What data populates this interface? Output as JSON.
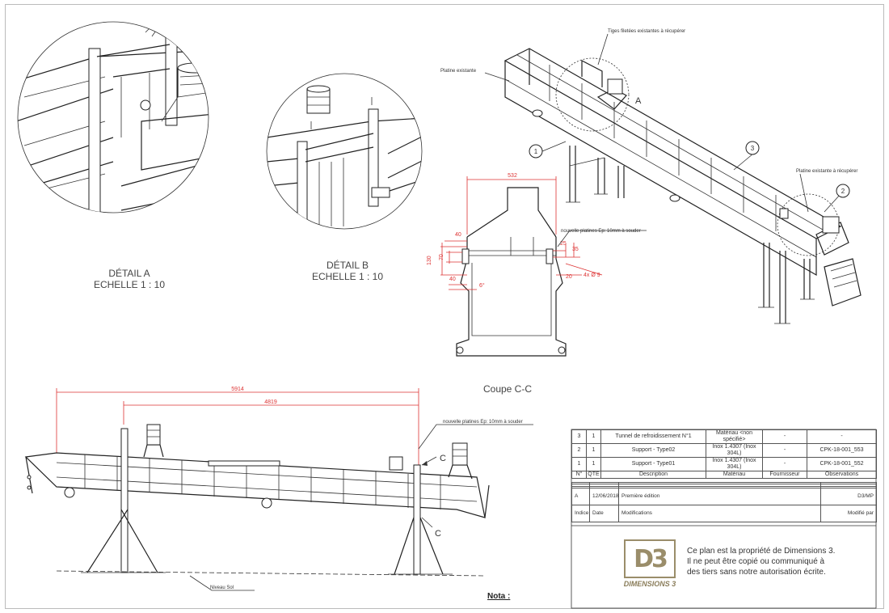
{
  "details": {
    "a": {
      "title": "DÉTAIL A",
      "scale": "ECHELLE 1 : 10"
    },
    "b": {
      "title": "DÉTAIL B",
      "scale": "ECHELLE 1 : 10"
    }
  },
  "section": {
    "title": "Coupe C-C",
    "dim_width": "532",
    "dim_40_top": "40",
    "dim_130": "130",
    "dim_70": "70",
    "dim_40_bottom": "40",
    "dim_6deg": "6°",
    "dim_25": "25",
    "dim_35": "35",
    "dim_20": "20",
    "dim_hole": "4x Ø 9",
    "plate_note": "nouvelle platines Ep: 10mm à souder"
  },
  "iso_view": {
    "label_tiges": "Tiges filetées existantes à récupérer",
    "label_platine_left": "Platine existante",
    "label_platine_right": "Platine existante à récupérer",
    "marker_a": "A",
    "bubble_1": "1",
    "bubble_2": "2",
    "bubble_3": "3"
  },
  "elevation": {
    "dim_long": "5914",
    "dim_short": "4819",
    "plate_note": "nouvelle platines Ep: 10mm à souder",
    "cut_c_top": "C",
    "cut_c_bottom": "C",
    "ground": "Niveau Sol"
  },
  "bom": {
    "rows": [
      {
        "no": "3",
        "qty": "1",
        "desc": "Tunnel de refroidissement N°1",
        "mat": "Matériau <non spécifié>",
        "supplier": "-",
        "obs": "-"
      },
      {
        "no": "2",
        "qty": "1",
        "desc": "Support - Type02",
        "mat": "Inox 1.4307 (Inox 304L)",
        "supplier": "-",
        "obs": "CPK-18-001_553"
      },
      {
        "no": "1",
        "qty": "1",
        "desc": "Support - Type01",
        "mat": "Inox 1.4307 (Inox 304L)",
        "supplier": "-",
        "obs": "CPK-18-001_552"
      }
    ],
    "headers": {
      "no": "N°",
      "qty": "QTE",
      "desc": "Description",
      "mat": "Matériau",
      "supplier": "Fournisseur",
      "obs": "Observations"
    }
  },
  "revisions": {
    "row": {
      "index": "A",
      "date": "12/06/2018",
      "mod": "Première édition",
      "by": "D3/MP"
    },
    "headers": {
      "index": "Indice",
      "date": "Date",
      "mod": "Modifications",
      "by": "Modifié par"
    }
  },
  "title_block": {
    "logo_mark": "D3",
    "logo_text": "DIMENSIONS 3",
    "notice": "Ce plan est la propriété de Dimensions 3.\nIl ne peut être copié ou communiqué à\ndes tiers sans notre autorisation écrite."
  },
  "nota": "Nota :"
}
